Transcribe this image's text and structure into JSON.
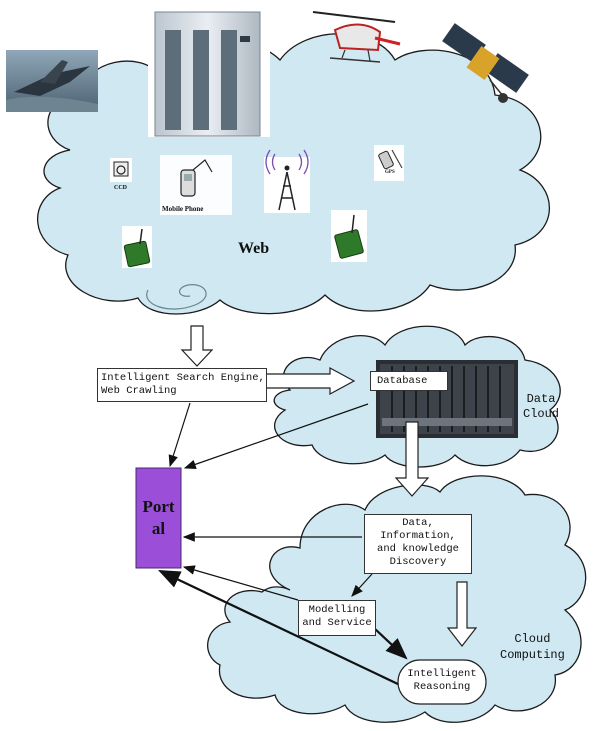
{
  "web_cloud": {
    "title": "Web",
    "ccd_label": "CCD",
    "mobile_label": "Mobile Phone",
    "gps_label": "GPS"
  },
  "search": {
    "line1": "Intelligent Search Engine,",
    "line2": "Web Crawling"
  },
  "database": {
    "label": "Database"
  },
  "data_cloud": {
    "line1": "Data",
    "line2": "Cloud"
  },
  "portal": {
    "line1": "Port",
    "line2": "al"
  },
  "discovery": {
    "line1": "Data,",
    "line2": "Information,",
    "line3": "and knowledge",
    "line4": "Discovery"
  },
  "modelling": {
    "line1": "Modelling",
    "line2": "and Service"
  },
  "reasoning": {
    "line1": "Intelligent",
    "line2": "Reasoning"
  },
  "cloud_computing": {
    "line1": "Cloud",
    "line2": "Computing"
  },
  "colors": {
    "cloud_fill": "#cfe8f2",
    "cloud_stroke": "#1b1b1b",
    "portal": "#9b4fd8",
    "device_green": "#2f7a2a"
  }
}
